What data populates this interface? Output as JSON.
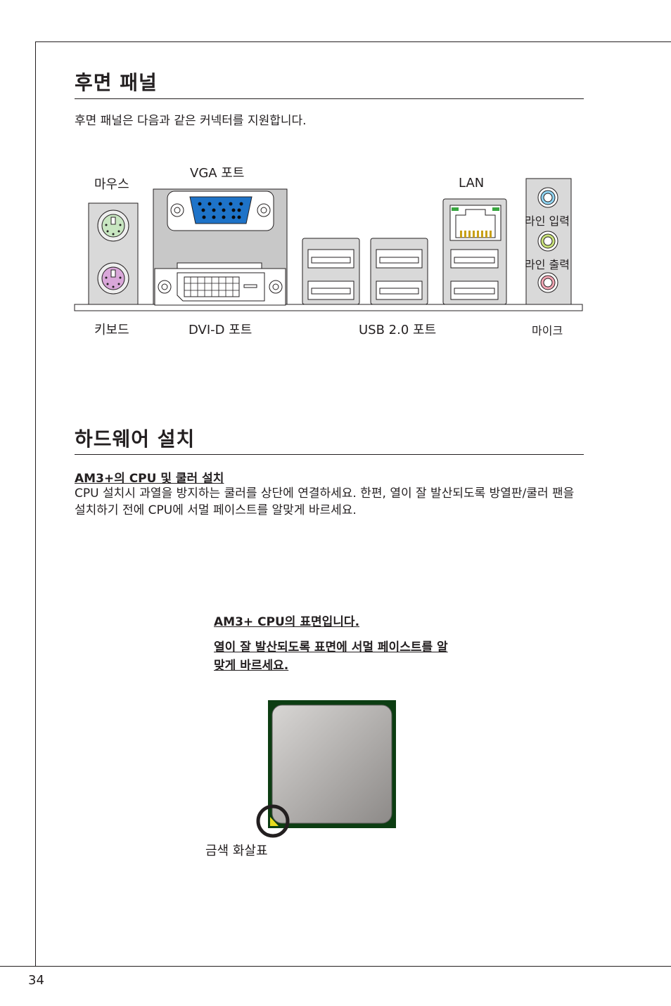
{
  "page": {
    "number": "34"
  },
  "rear_panel": {
    "title": "후면 패널",
    "intro": "후면 패널은 다음과 같은 커넥터를 지원합니다.",
    "labels": {
      "mouse": "마우스",
      "vga": "VGA 포트",
      "lan": "LAN",
      "line_in": "라인 입력",
      "line_out": "라인 출력",
      "keyboard": "키보드",
      "dvi": "DVI-D 포트",
      "usb": "USB 2.0 포트",
      "mic": "마이크"
    },
    "colors": {
      "mouse_port": "#c8e6c1",
      "keyboard_port": "#d9a7d9",
      "vga_port": "#1e73c8",
      "line_in_jack": "#8fd3f0",
      "line_out_jack": "#c9e27a",
      "mic_jack": "#f2a6b4"
    }
  },
  "hardware": {
    "title": "하드웨어 설치",
    "subheading": "AM3+의 CPU 및 쿨러 설치",
    "body": "CPU 설치시 과열을 방지하는 쿨러를 상단에 연결하세요. 한편, 열이 잘 발산되도록 방열판/쿨러 팬을 설치하기 전에 CPU에 서멀 페이스트를 알맞게 바르세요.",
    "cpu_caption_1": "AM3+ CPU의 표면입니다.",
    "cpu_caption_2": "열이 잘 발산되도록 표면에 서멀 페이스트를 알맞게 바르세요.",
    "arrow_label": "금색 화살표",
    "colors": {
      "cpu_substrate": "#0c3d12",
      "cpu_heatspreader": "#b9b6b4",
      "gold_arrow": "#e6dc1e"
    }
  }
}
